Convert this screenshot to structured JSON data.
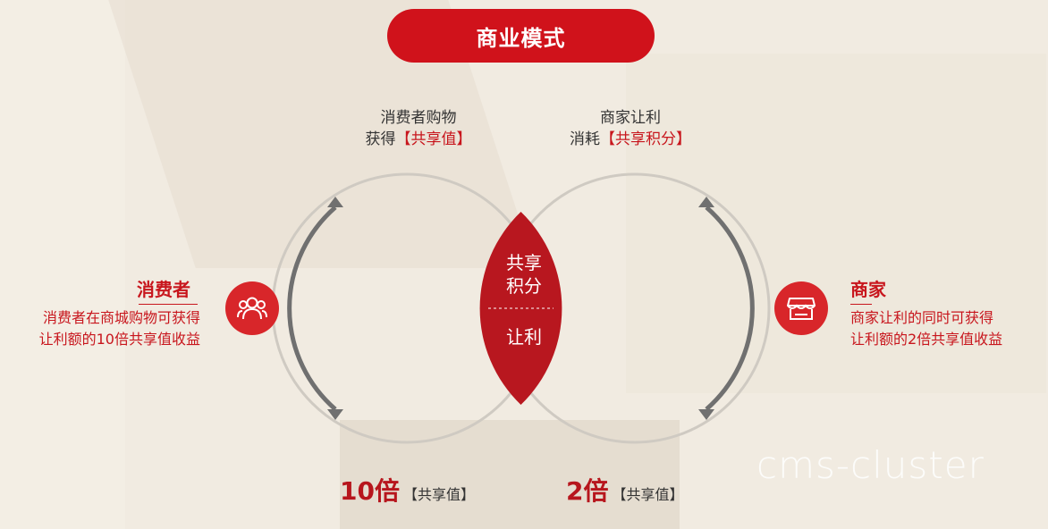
{
  "title": "商业模式",
  "top_left": {
    "line1": "消费者购物",
    "line2_prefix": "获得",
    "line2_highlight": "【共享值】"
  },
  "top_right": {
    "line1": "商家让利",
    "line2_prefix": "消耗",
    "line2_highlight": "【共享积分】"
  },
  "center": {
    "top_line1": "共享",
    "top_line2": "积分",
    "bottom": "让利"
  },
  "left_party": {
    "title": "消费者",
    "desc_line1": "消费者在商城购物可获得",
    "desc_line2": "让利额的10倍共享值收益",
    "icon": "users-icon"
  },
  "right_party": {
    "title": "商家",
    "desc_line1": "商家让利的同时可获得",
    "desc_line2": "让利额的2倍共享值收益",
    "icon": "store-icon"
  },
  "bottom_left": {
    "value": "10倍",
    "unit": "【共享值】"
  },
  "bottom_right": {
    "value": "2倍",
    "unit": "【共享值】"
  },
  "watermark": "cms-cluster",
  "colors": {
    "accent": "#d0121b",
    "text": "#333333",
    "circle": "#c9c4bc",
    "arc": "#6e6e6e"
  }
}
